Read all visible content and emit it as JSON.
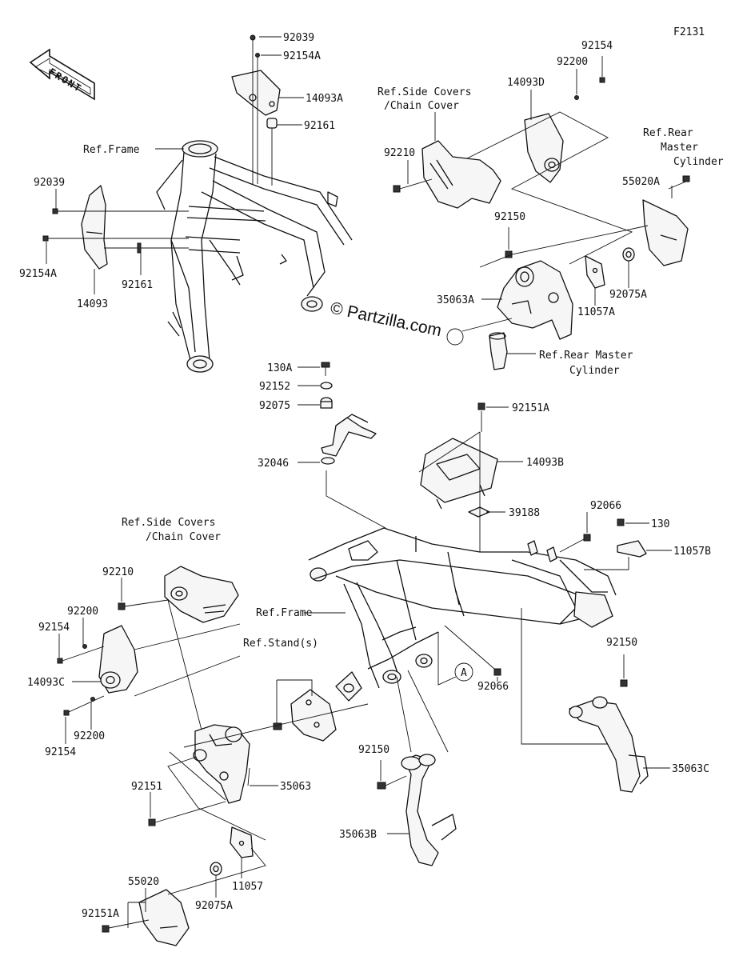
{
  "diagram_code": "F2131",
  "front_arrow": {
    "label": "FRONT"
  },
  "watermark": "© Partzilla.com",
  "labels": {
    "l_92039_top": "92039",
    "l_92154A_top": "92154A",
    "l_14093A": "14093A",
    "l_92161_top": "92161",
    "l_ref_frame_top": "Ref.Frame",
    "l_92039_left": "92039",
    "l_92154A_left": "92154A",
    "l_14093": "14093",
    "l_92161_left": "92161",
    "l_ref_side_covers_1a": "Ref.Side Covers",
    "l_ref_side_covers_1b": "/Chain Cover",
    "l_14093D": "14093D",
    "l_92200_tr": "92200",
    "l_92154_tr": "92154",
    "l_92210_tr": "92210",
    "l_ref_rear_master_1a": "Ref.Rear",
    "l_ref_rear_master_1b": "Master",
    "l_ref_rear_master_1c": "Cylinder",
    "l_55020A": "55020A",
    "l_92150_tr": "92150",
    "l_35063A": "35063A",
    "l_11057A": "11057A",
    "l_92075A_tr": "92075A",
    "l_ref_rear_master_2a": "Ref.Rear Master",
    "l_ref_rear_master_2b": "Cylinder",
    "l_130A": "130A",
    "l_92152": "92152",
    "l_92075": "92075",
    "l_32046": "32046",
    "l_92151A_mid": "92151A",
    "l_14093B": "14093B",
    "l_39188": "39188",
    "l_92066_top": "92066",
    "l_130": "130",
    "l_11057B": "11057B",
    "l_ref_side_covers_2a": "Ref.Side Covers",
    "l_ref_side_covers_2b": "/Chain Cover",
    "l_92210_bl": "92210",
    "l_92200_bl1": "92200",
    "l_92154_bl1": "92154",
    "l_14093C": "14093C",
    "l_92200_bl2": "92200",
    "l_92154_bl2": "92154",
    "l_ref_frame_mid": "Ref.Frame",
    "l_ref_stands": "Ref.Stand(s)",
    "l_callout_A": "A",
    "l_92066_bot": "92066",
    "l_92150_br": "92150",
    "l_35063C": "35063C",
    "l_92150_bm": "92150",
    "l_35063B": "35063B",
    "l_92151": "92151",
    "l_35063": "35063",
    "l_55020": "55020",
    "l_92151A_bot": "92151A",
    "l_92075A_bot": "92075A",
    "l_11057": "11057"
  }
}
